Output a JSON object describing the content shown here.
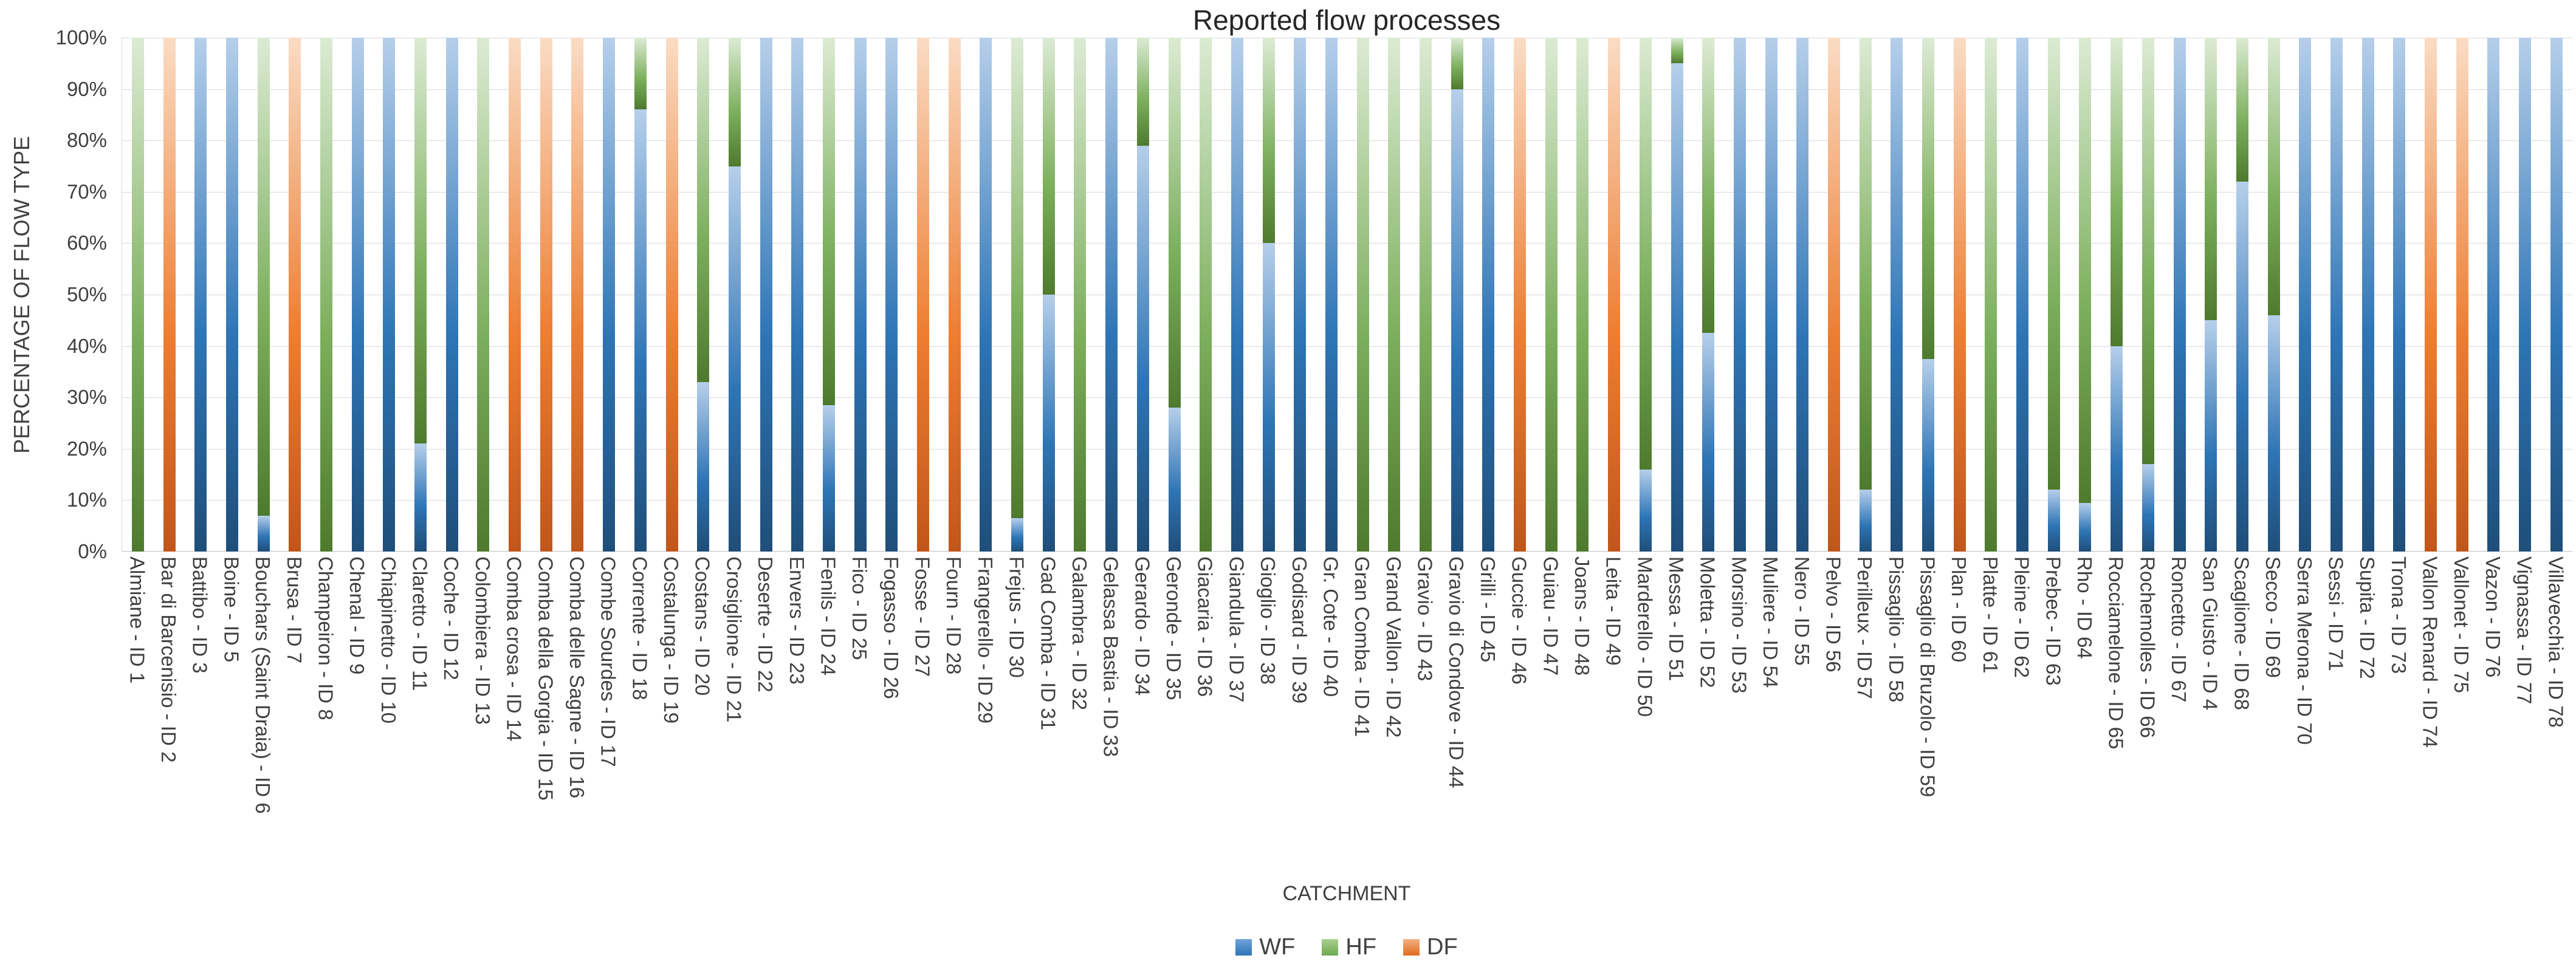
{
  "title": "Reported flow processes",
  "y_axis_title": "PERCENTAGE OF FLOW TYPE",
  "x_axis_title": "CATCHMENT",
  "y_ticks": [
    "100%",
    "90%",
    "80%",
    "70%",
    "60%",
    "50%",
    "40%",
    "30%",
    "20%",
    "10%",
    "0%"
  ],
  "legend": [
    {
      "key": "WF",
      "label": "WF"
    },
    {
      "key": "HF",
      "label": "HF"
    },
    {
      "key": "DF",
      "label": "DF"
    }
  ],
  "colors": {
    "WF": {
      "light": "#b6cfea",
      "mid": "#2e75b6",
      "dark": "#1f4e79"
    },
    "HF": {
      "light": "#dcebd4",
      "mid": "#7caf5c",
      "dark": "#4e7a2e"
    },
    "DF": {
      "light": "#fadcc4",
      "mid": "#ed7d31",
      "dark": "#c0561b"
    },
    "swatch": {
      "WF": {
        "light": "#6fa3d8",
        "dark": "#2e75b6"
      },
      "HF": {
        "light": "#a9d18e",
        "dark": "#6fa850"
      },
      "DF": {
        "light": "#f4b183",
        "dark": "#e06b1f"
      }
    },
    "gridline": "#d9d9d9"
  },
  "chart_data": {
    "type": "bar",
    "stacked": true,
    "units": "percent of flow type per catchment",
    "title": "Reported flow processes",
    "xlabel": "CATCHMENT",
    "ylabel": "PERCENTAGE OF FLOW TYPE",
    "ylim": [
      0,
      100
    ],
    "grid": true,
    "legend_position": "bottom",
    "stack_order_bottom_to_top": [
      "WF",
      "HF",
      "DF"
    ],
    "categories": [
      "Almiane - ID 1",
      "Bar di Barcenisio - ID 2",
      "Battibo - ID 3",
      "Boine - ID 5",
      "Bouchars (Saint Draia) - ID 6",
      "Brusa - ID 7",
      "Champeiron - ID 8",
      "Chenal - ID 9",
      "Chiapinetto - ID 10",
      "Claretto - ID 11",
      "Coche - ID 12",
      "Colombiera - ID 13",
      "Comba crosa - ID 14",
      "Comba della Gorgia - ID 15",
      "Comba delle Sagne - ID 16",
      "Combe Sourdes - ID 17",
      "Corrente - ID 18",
      "Costalunga - ID 19",
      "Costans - ID 20",
      "Crosiglione - ID 21",
      "Deserte - ID 22",
      "Envers - ID 23",
      "Fenils - ID 24",
      "Fico - ID 25",
      "Fogasso - ID 26",
      "Fosse - ID 27",
      "Fourn - ID 28",
      "Frangerello - ID 29",
      "Frejus - ID 30",
      "Gad Comba - ID 31",
      "Galambra - ID 32",
      "Gelassa Bastia - ID 33",
      "Gerardo - ID 34",
      "Geronde - ID 35",
      "Giacaria - ID 36",
      "Giandula - ID 37",
      "Gioglio - ID 38",
      "Godisard - ID 39",
      "Gr. Cote - ID 40",
      "Gran Comba - ID 41",
      "Grand Vallon - ID 42",
      "Gravio - ID 43",
      "Gravio di Condove - ID 44",
      "Grilli - ID 45",
      "Guccie - ID 46",
      "Guiau - ID 47",
      "Joans - ID 48",
      "Leita - ID 49",
      "Marderello - ID 50",
      "Messa - ID 51",
      "Moletta - ID 52",
      "Morsino - ID 53",
      "Muliere - ID 54",
      "Nero - ID 55",
      "Pelvo - ID 56",
      "Perilleux - ID 57",
      "Pissaglio - ID 58",
      "Pissaglio di Bruzolo - ID 59",
      "Plan - ID 60",
      "Platte - ID 61",
      "Pleine - ID 62",
      "Prebec - ID 63",
      "Rho - ID 64",
      "Rocciamelone - ID 65",
      "Rochemolles - ID 66",
      "Roncetto - ID 67",
      "San Giusto - ID 4",
      "Scaglione - ID 68",
      "Secco - ID 69",
      "Serra Merona - ID 70",
      "Sessi - ID 71",
      "Supita - ID 72",
      "Trona - ID 73",
      "Vallon Renard - ID 74",
      "Vallonet - ID 75",
      "Vazon - ID 76",
      "Vignassa - ID 77",
      "Villavecchia - ID 78"
    ],
    "series": [
      {
        "name": "WF",
        "values": [
          0,
          0,
          100,
          100,
          7,
          0,
          0,
          100,
          100,
          21,
          100,
          0,
          0,
          0,
          0,
          100,
          86,
          0,
          33,
          75,
          100,
          100,
          28.5,
          100,
          100,
          0,
          0,
          100,
          6.5,
          50,
          0,
          100,
          79,
          28,
          0,
          100,
          60,
          100,
          100,
          0,
          0,
          0,
          90,
          100,
          0,
          0,
          0,
          0,
          16,
          95,
          42.5,
          100,
          100,
          100,
          0,
          12,
          100,
          37.5,
          0,
          0,
          100,
          12,
          9.5,
          40,
          17,
          100,
          45,
          72,
          46,
          100,
          100,
          100,
          100,
          0,
          0,
          100,
          100,
          100
        ]
      },
      {
        "name": "HF",
        "values": [
          100,
          0,
          0,
          0,
          93,
          0,
          100,
          0,
          0,
          79,
          0,
          100,
          0,
          0,
          0,
          0,
          14,
          0,
          67,
          25,
          0,
          0,
          71.5,
          0,
          0,
          0,
          0,
          0,
          93.5,
          50,
          100,
          0,
          21,
          72,
          100,
          0,
          40,
          0,
          0,
          100,
          100,
          100,
          10,
          0,
          0,
          100,
          100,
          0,
          84,
          5,
          57.5,
          0,
          0,
          0,
          0,
          88,
          0,
          62.5,
          0,
          100,
          0,
          88,
          90.5,
          60,
          83,
          0,
          55,
          28,
          54,
          0,
          0,
          0,
          0,
          0,
          0,
          0,
          0,
          0
        ]
      },
      {
        "name": "DF",
        "values": [
          0,
          100,
          0,
          0,
          0,
          100,
          0,
          0,
          0,
          0,
          0,
          0,
          100,
          100,
          100,
          0,
          0,
          100,
          0,
          0,
          0,
          0,
          0,
          0,
          0,
          100,
          100,
          0,
          0,
          0,
          0,
          0,
          0,
          0,
          0,
          0,
          0,
          0,
          0,
          0,
          0,
          0,
          0,
          0,
          100,
          0,
          0,
          100,
          0,
          0,
          0,
          0,
          0,
          0,
          100,
          0,
          0,
          0,
          100,
          0,
          0,
          0,
          0,
          0,
          0,
          0,
          0,
          0,
          0,
          0,
          0,
          0,
          0,
          100,
          100,
          0,
          0,
          0
        ]
      }
    ]
  }
}
